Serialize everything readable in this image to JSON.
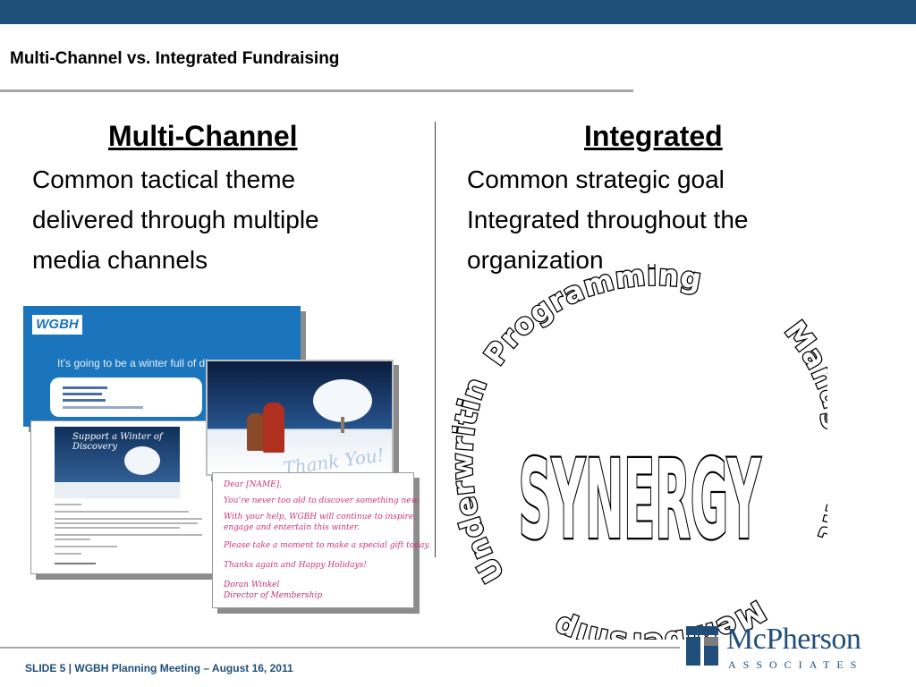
{
  "header": {
    "title": "Multi-Channel vs. Integrated Fundraising"
  },
  "left": {
    "heading": "Multi-Channel",
    "lines": [
      "Common tactical theme",
      "delivered through multiple",
      "media channels"
    ]
  },
  "right": {
    "heading": "Integrated",
    "lines": [
      "Common strategic goal",
      "Integrated throughout the",
      "organization"
    ]
  },
  "collage": {
    "envelope_logo": "WGBH",
    "envelope_text": "It’s going to be a winter full of discove",
    "letter_caption": "Support a Winter of Discovery",
    "photo_caption": "Thank You!",
    "note_lines": [
      "Dear [NAME],",
      "You’re never too old to discover something new.",
      "With your help, WGBH will continue to inspire,",
      "engage and entertain this winter.",
      "Please take a moment to make a special gift today.",
      "Thanks again and Happy Holidays!",
      "Doran Winkel",
      "Director of Membership"
    ]
  },
  "synergy": {
    "center": "SYNERGY",
    "ring_words": [
      "Programming",
      "Management",
      "Membership",
      "Underwriting"
    ]
  },
  "footer": {
    "text": "SLIDE 5 | WGBH Planning Meeting – August 16, 2011"
  },
  "logo": {
    "name": "McPherson",
    "sub": "ASSOCIATES"
  },
  "colors": {
    "accent": "#1f4e79",
    "rule": "#a6a6a6",
    "envelope": "#1b75bc",
    "note_ink": "#d0337a"
  }
}
